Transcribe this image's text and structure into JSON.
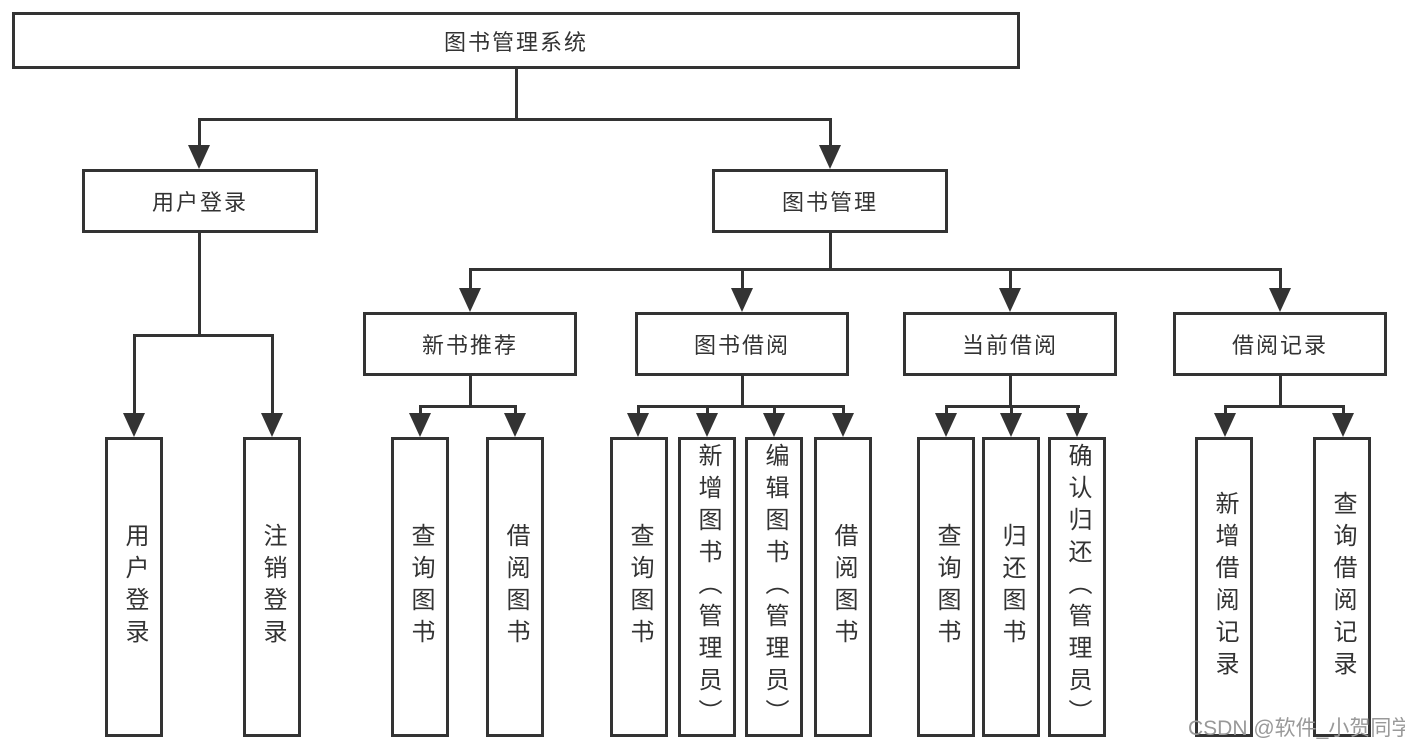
{
  "tree": {
    "root": {
      "label": "图书管理系统"
    },
    "children": [
      {
        "label": "用户登录",
        "children": [
          {
            "label": "用户登录"
          },
          {
            "label": "注销登录"
          }
        ]
      },
      {
        "label": "图书管理",
        "children": [
          {
            "label": "新书推荐",
            "children": [
              {
                "label": "查询图书"
              },
              {
                "label": "借阅图书"
              }
            ]
          },
          {
            "label": "图书借阅",
            "children": [
              {
                "label": "查询图书"
              },
              {
                "label": "新增图书（管理员）"
              },
              {
                "label": "编辑图书（管理员）"
              },
              {
                "label": "借阅图书"
              }
            ]
          },
          {
            "label": "当前借阅",
            "children": [
              {
                "label": "查询图书"
              },
              {
                "label": "归还图书"
              },
              {
                "label": "确认归还（管理员）"
              }
            ]
          },
          {
            "label": "借阅记录",
            "children": [
              {
                "label": "新增借阅记录"
              },
              {
                "label": "查询借阅记录"
              }
            ]
          }
        ]
      }
    ]
  },
  "watermark": {
    "text": "CSDN @软件_小贺同学"
  },
  "colors": {
    "line": "#333333",
    "box_border": "#333333",
    "box_fill": "#ffffff",
    "text": "#333333",
    "watermark": "#999999",
    "background": "#ffffff"
  }
}
